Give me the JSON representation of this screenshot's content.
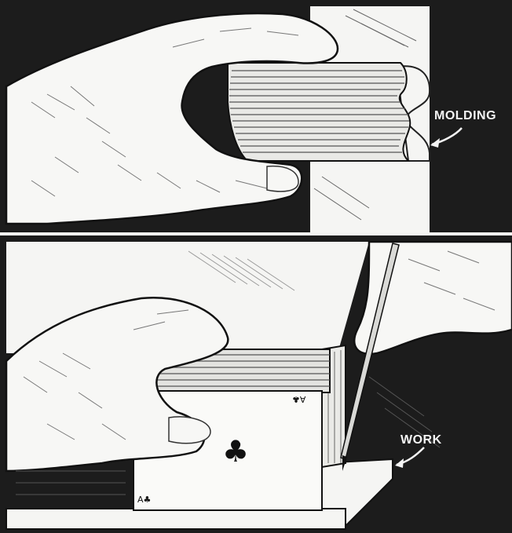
{
  "labels": {
    "molding": "MOLDING",
    "work": "WORK"
  },
  "card": {
    "suit_symbol": "♣",
    "corner_index": "A♣"
  },
  "colors": {
    "ink": "#1c1c1c",
    "paper": "#f6f6f4"
  }
}
